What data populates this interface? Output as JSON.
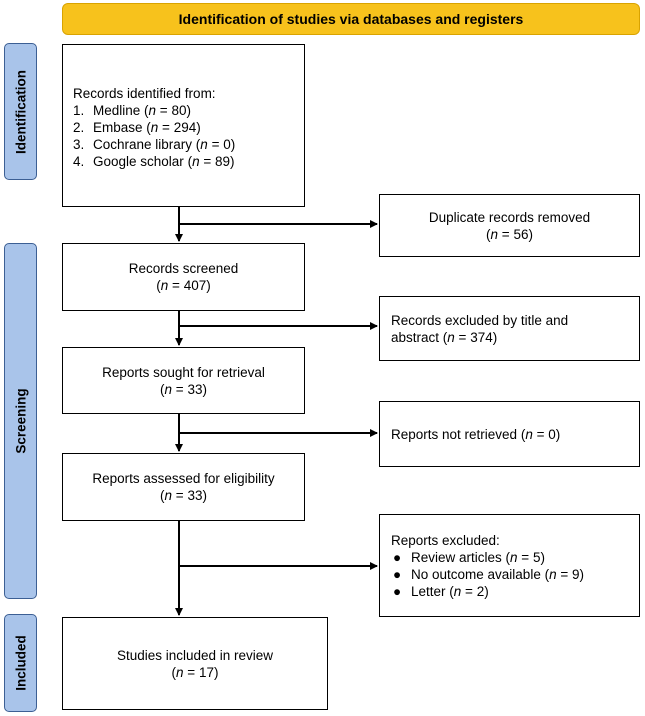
{
  "header": "Identification of studies via databases and registers",
  "phases": {
    "identification": "Identification",
    "screening": "Screening",
    "included": "Included"
  },
  "identified": {
    "title": "Records identified from:",
    "items": [
      {
        "num": "1.",
        "name": "Medline",
        "count": "80"
      },
      {
        "num": "2.",
        "name": "Embase",
        "count": "294"
      },
      {
        "num": "3.",
        "name": "Cochrane library",
        "count": "0"
      },
      {
        "num": "4.",
        "name": "Google scholar",
        "count": "89"
      }
    ]
  },
  "duplicates": {
    "label": "Duplicate records removed",
    "count": "56"
  },
  "screened": {
    "label": "Records screened",
    "count": "407"
  },
  "excluded_title": {
    "label": "Records excluded by title and",
    "label2": "abstract",
    "count": "374"
  },
  "sought": {
    "label": "Reports sought for retrieval",
    "count": "33"
  },
  "not_retrieved": {
    "label": "Reports not retrieved",
    "count": "0"
  },
  "assessed": {
    "label": "Reports assessed for eligibility",
    "count": "33"
  },
  "reports_excluded": {
    "title": "Reports excluded:",
    "items": [
      {
        "bullet": "●",
        "name": "Review articles",
        "count": "5"
      },
      {
        "bullet": "●",
        "name": "No outcome available",
        "count": "9"
      },
      {
        "bullet": "●",
        "name": "Letter",
        "count": "2"
      }
    ]
  },
  "included": {
    "label": "Studies included in review",
    "count": "17"
  },
  "n_symbol": "n"
}
